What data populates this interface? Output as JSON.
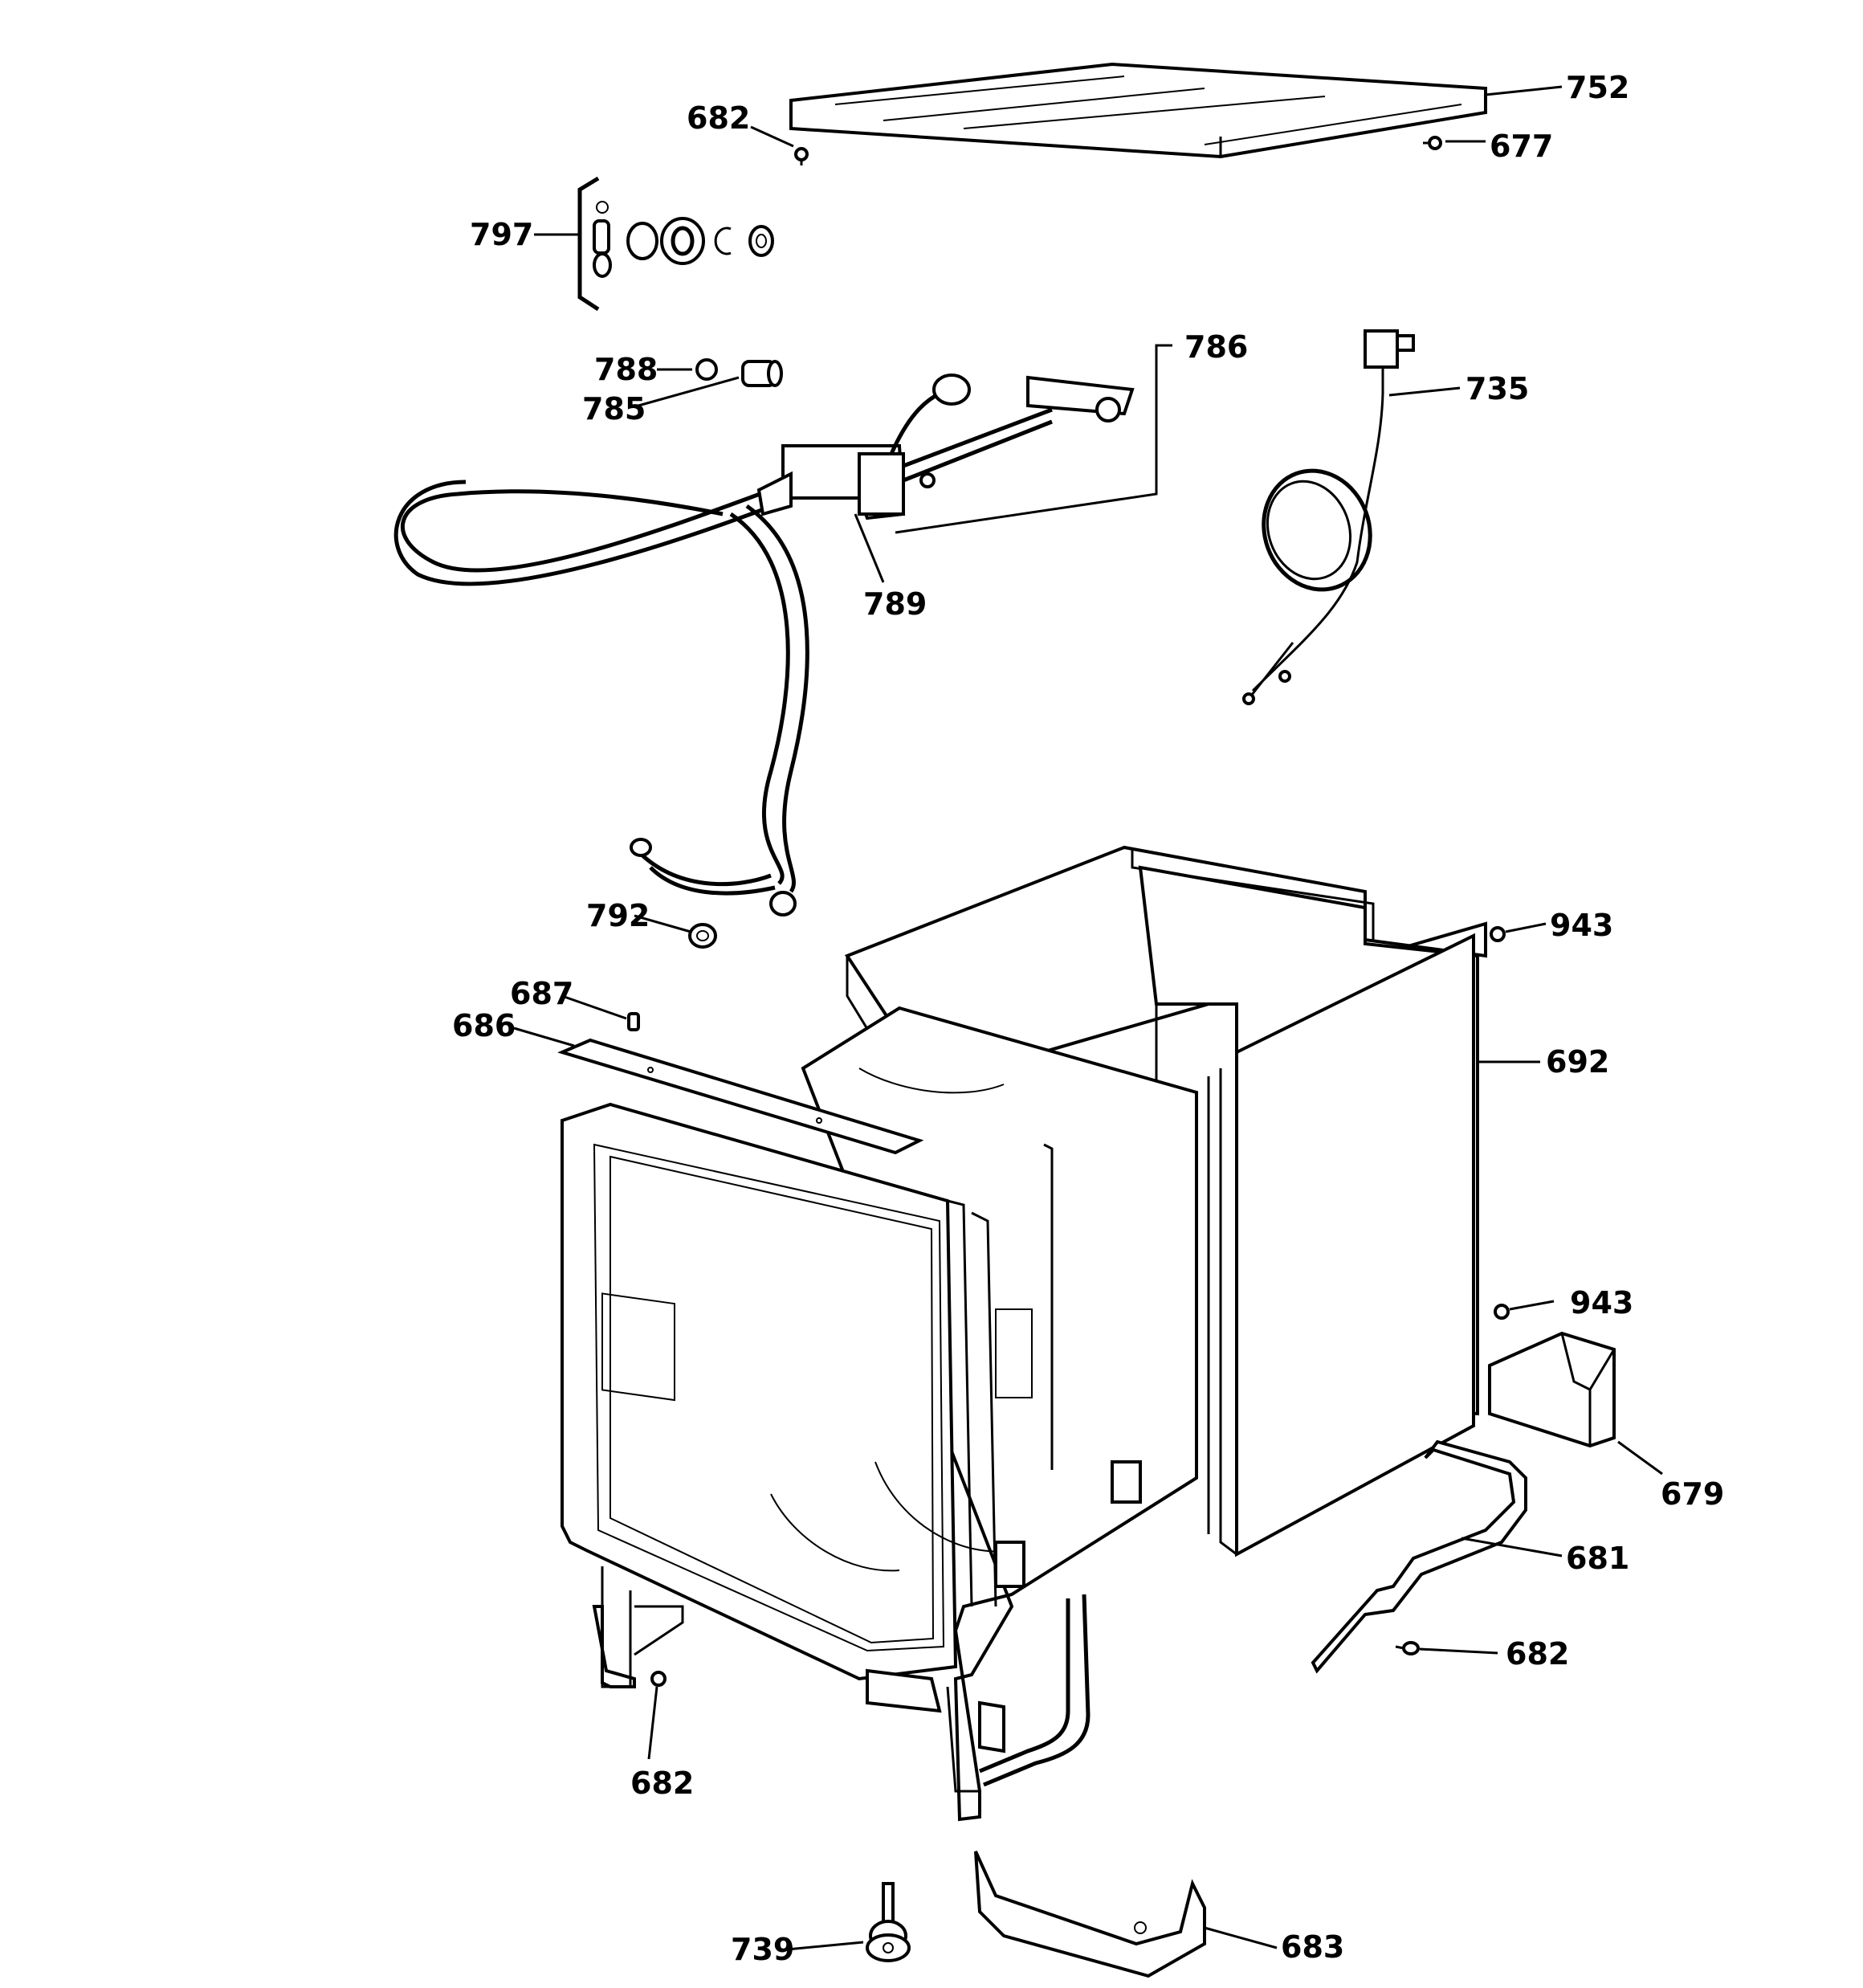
{
  "callouts": {
    "c752": "752",
    "c682_top": "682",
    "c677": "677",
    "c797": "797",
    "c786": "786",
    "c788": "788",
    "c785": "785",
    "c735": "735",
    "c789": "789",
    "c792": "792",
    "c943_top": "943",
    "c687": "687",
    "c686": "686",
    "c692": "692",
    "c943_bottom": "943",
    "c679": "679",
    "c681": "681",
    "c682_right": "682",
    "c682_bottom": "682",
    "c739": "739",
    "c683": "683"
  }
}
